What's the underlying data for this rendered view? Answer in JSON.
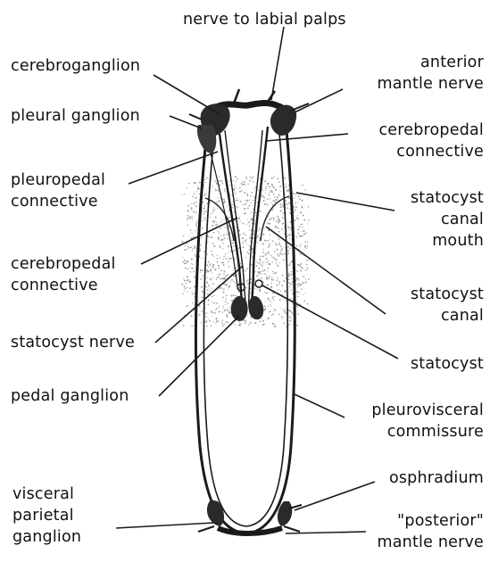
{
  "labels": {
    "nerve_to_labial_palps": "nerve to labial palps",
    "cerebroganglion": "cerebroganglion",
    "anterior_mantle_nerve": [
      "anterior",
      "mantle nerve"
    ],
    "pleural_ganglion": "pleural ganglion",
    "cerebropedal_connective_right": [
      "cerebropedal",
      "connective"
    ],
    "pleuropedal_connective": [
      "pleuropedal",
      "connective"
    ],
    "statocyst_canal_mouth": [
      "statocyst",
      "canal",
      "mouth"
    ],
    "cerebropedal_connective_left": [
      "cerebropedal",
      "connective"
    ],
    "statocyst_canal": [
      "statocyst",
      "canal"
    ],
    "statocyst_nerve": "statocyst nerve",
    "statocyst": "statocyst",
    "pedal_ganglion": "pedal ganglion",
    "pleurovisceral_commissure": [
      "pleurovisceral",
      "commissure"
    ],
    "osphradium": "osphradium",
    "visceral_parietal_ganglion": [
      "visceral",
      "parietal",
      "ganglion"
    ],
    "posterior_mantle_nerve": [
      "\"posterior\"",
      "mantle nerve"
    ]
  },
  "colors": {
    "ink": "#1a1a1a",
    "stipple": "#9a9a9a"
  }
}
